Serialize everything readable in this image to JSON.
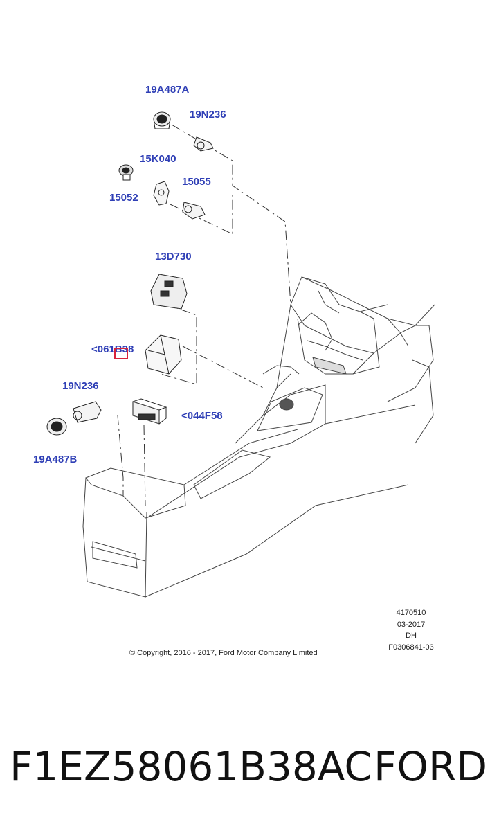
{
  "callouts": {
    "c19A487A_top": "19A487A",
    "c19N236_top": "19N236",
    "c15K040": "15K040",
    "c15052": "15052",
    "c15055": "15055",
    "c13D730": "13D730",
    "c061B38": "<061B38",
    "c19N236_mid": "19N236",
    "c044F58": "<044F58",
    "c19A487B": "19A487B"
  },
  "illustration_info": {
    "number": "4170510",
    "date": "03-2017",
    "code": "DH",
    "figure_id": "F0306841-03"
  },
  "copyright": "© Copyright, 2016 - 2017, Ford Motor Company Limited",
  "footer": {
    "part_number": "F1EZ58061B38AC",
    "brand": "FORD"
  },
  "colors": {
    "callout_text": "#2f3fb6",
    "highlight_box": "#d8233b",
    "line_art": "#333333"
  }
}
